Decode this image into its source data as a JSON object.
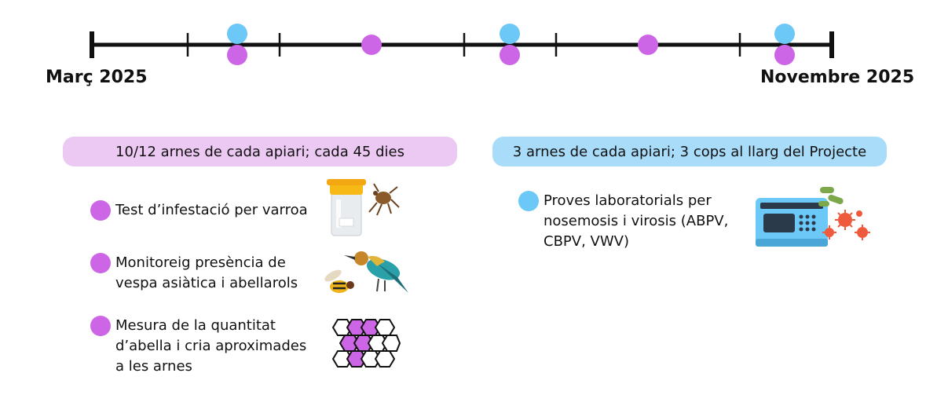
{
  "timeline": {
    "start_label": "Març 2025",
    "end_label": "Novembre 2025",
    "colors": {
      "line": "#111111",
      "purple": "#cc66e6",
      "blue": "#6cc8f7"
    }
  },
  "left_group": {
    "banner": "10/12 arnes de cada apiari; cada 45 dies",
    "items": [
      {
        "lines": [
          "Test d’infestació per varroa"
        ],
        "icon": "varroa-jar-icon"
      },
      {
        "lines": [
          "Monitoreig presència de",
          "vespa asiàtica i abellarols"
        ],
        "icon": "hornet-bird-icon"
      },
      {
        "lines": [
          "Mesura de la quantitat",
          "d’abella i cria aproximades",
          "a les arnes"
        ],
        "icon": "honeycomb-icon"
      }
    ]
  },
  "right_group": {
    "banner": "3 arnes de cada apiari; 3 cops al llarg del Projecte",
    "items": [
      {
        "lines": [
          "Proves laboratorials per",
          "nosemosis i virosis (ABPV,",
          "CBPV, VWV)"
        ],
        "icon": "pcr-virus-icon"
      }
    ]
  }
}
